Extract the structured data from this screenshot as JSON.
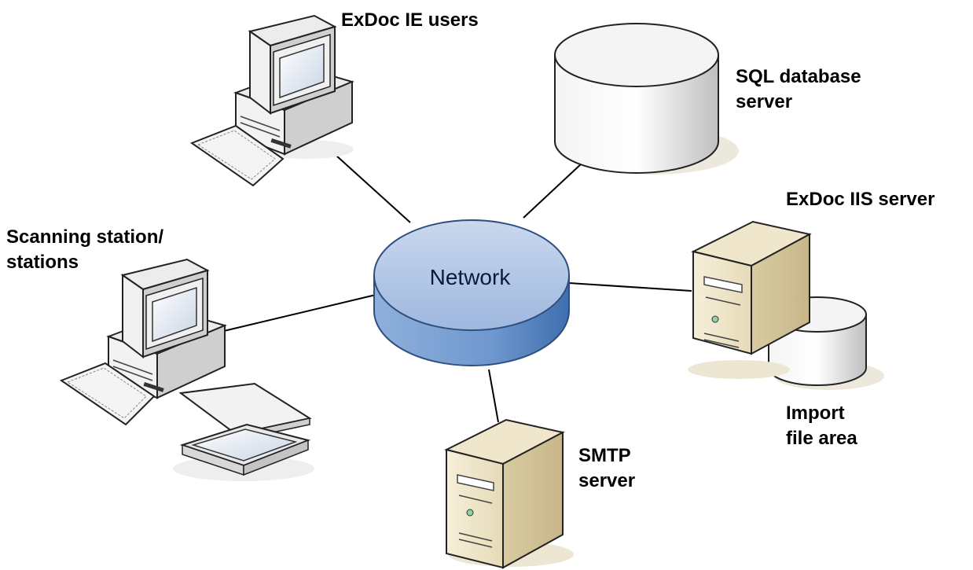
{
  "network": {
    "label": "Network"
  },
  "nodes": {
    "ie_users": {
      "label": "ExDoc IE users"
    },
    "sql_server": {
      "line1": "SQL database",
      "line2": "server"
    },
    "iis_server": {
      "label": "ExDoc IIS server"
    },
    "scanning": {
      "line1": "Scanning station/",
      "line2": "stations"
    },
    "smtp_server": {
      "line1": "SMTP",
      "line2": "server"
    },
    "import_area": {
      "line1": "Import",
      "line2": "file area"
    }
  },
  "colors": {
    "network_top": "#a8bfe2",
    "network_side": "#5b86c0",
    "server_beige": "#ece2c4",
    "shadow": "#f1ecd9",
    "cylinder_gray": "#d9d9d9"
  }
}
